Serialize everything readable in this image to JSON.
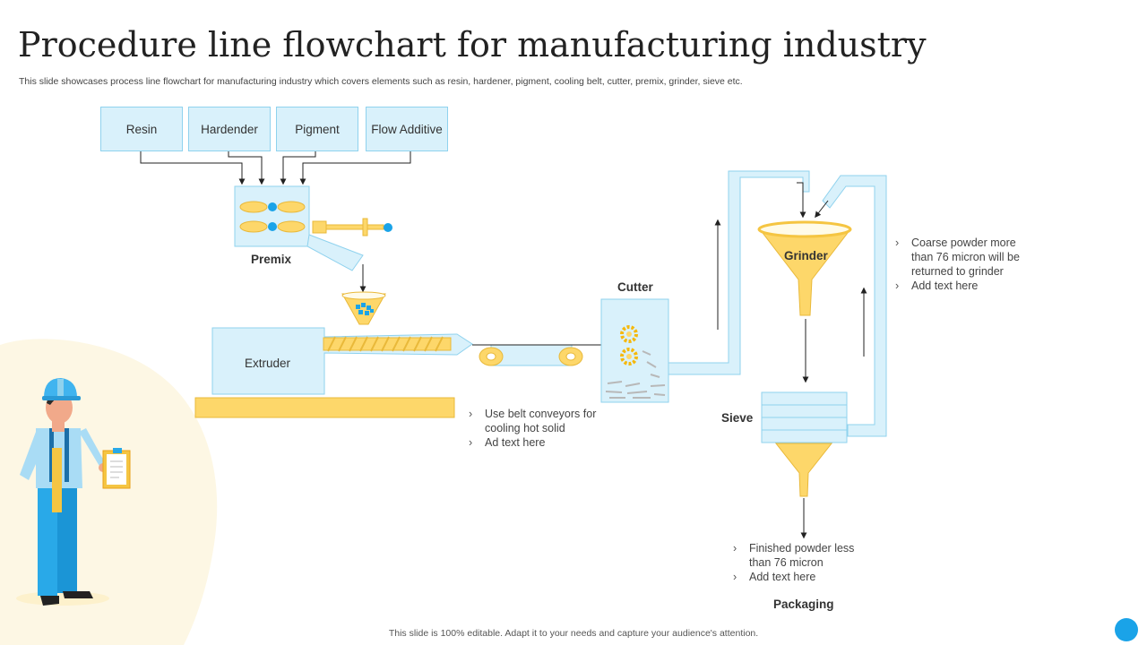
{
  "title": "Procedure line flowchart for manufacturing industry",
  "subtitle": "This slide showcases process line flowchart for manufacturing industry which covers elements such as resin, hardener, pigment, cooling belt, cutter, premix, grinder, sieve etc.",
  "inputs": [
    "Resin",
    "Hardender",
    "Pigment",
    "Flow Additive"
  ],
  "stages": {
    "premix": "Premix",
    "extruder": "Extruder",
    "cutter": "Cutter",
    "grinder": "Grinder",
    "sieve": "Sieve",
    "packaging": "Packaging"
  },
  "notes": {
    "belt": [
      "Use belt conveyors for cooling hot solid",
      "Ad text here"
    ],
    "grinder": [
      "Coarse powder more than 76 micron will be returned to grinder",
      "Add text here"
    ],
    "sieve": [
      "Finished powder less than 76 micron",
      "Add text here"
    ]
  },
  "footer": "This slide is 100% editable. Adapt it to your needs and capture your audience's attention.",
  "colors": {
    "light_blue": "#d9f1fb",
    "blue_border": "#8fd2ee",
    "yellow": "#fdd76a",
    "yellow_dark": "#e9b93a",
    "accent_blue": "#1aa3e8"
  }
}
